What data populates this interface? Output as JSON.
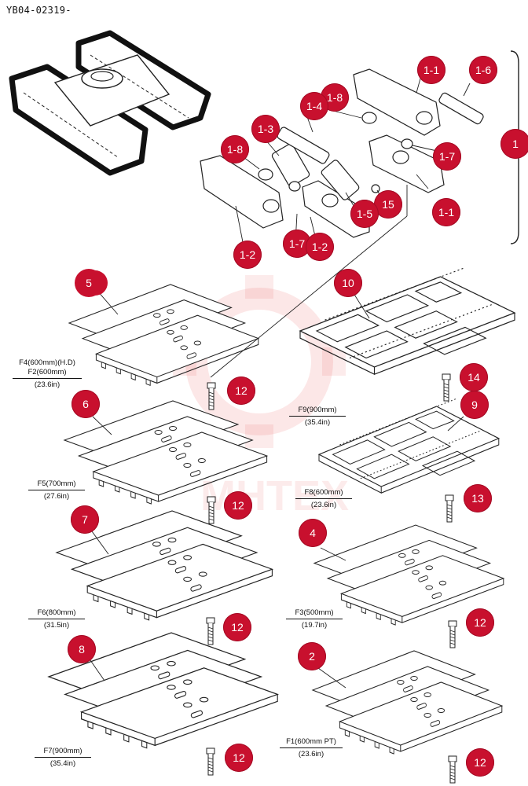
{
  "header": {
    "doc_code": "YB04-02319-"
  },
  "watermark": {
    "text": "MHTEX"
  },
  "colors": {
    "callout": "#c8102e",
    "watermark": "#e63c3c",
    "line": "#222222"
  },
  "callouts": {
    "c1": "1",
    "c1_1a": "1-1",
    "c1_1b": "1-1",
    "c1_2a": "1-2",
    "c1_2b": "1-2",
    "c1_3": "1-3",
    "c1_4": "1-4",
    "c1_5": "1-5",
    "c1_6": "1-6",
    "c1_7a": "1-7",
    "c1_7b": "1-7",
    "c1_8a": "1-8",
    "c1_8b": "1-8",
    "c2": "2",
    "c4": "4",
    "c5": "5",
    "c6": "6",
    "c7": "7",
    "c8": "8",
    "c9": "9",
    "c10": "10",
    "c12a": "12",
    "c12b": "12",
    "c12c": "12",
    "c12d": "12",
    "c12e": "12",
    "c12f": "12",
    "c13": "13",
    "c14": "14",
    "c15": "15"
  },
  "specs": {
    "f4": {
      "line1": "F4(600mm)(H.D)",
      "line2": "F2(600mm)",
      "line3": "(23.6in)"
    },
    "f5": {
      "line1": "F5(700mm)",
      "line2": "(27.6in)"
    },
    "f6": {
      "line1": "F6(800mm)",
      "line2": "(31.5in)"
    },
    "f7": {
      "line1": "F7(900mm)",
      "line2": "(35.4in)"
    },
    "f9": {
      "line1": "F9(900mm)",
      "line2": "(35.4in)"
    },
    "f8": {
      "line1": "F8(600mm)",
      "line2": "(23.6in)"
    },
    "f3": {
      "line1": "F3(500mm)",
      "line2": "(19.7in)"
    },
    "f1": {
      "line1": "F1(600mm PT)",
      "line2": "(23.6in)"
    }
  }
}
